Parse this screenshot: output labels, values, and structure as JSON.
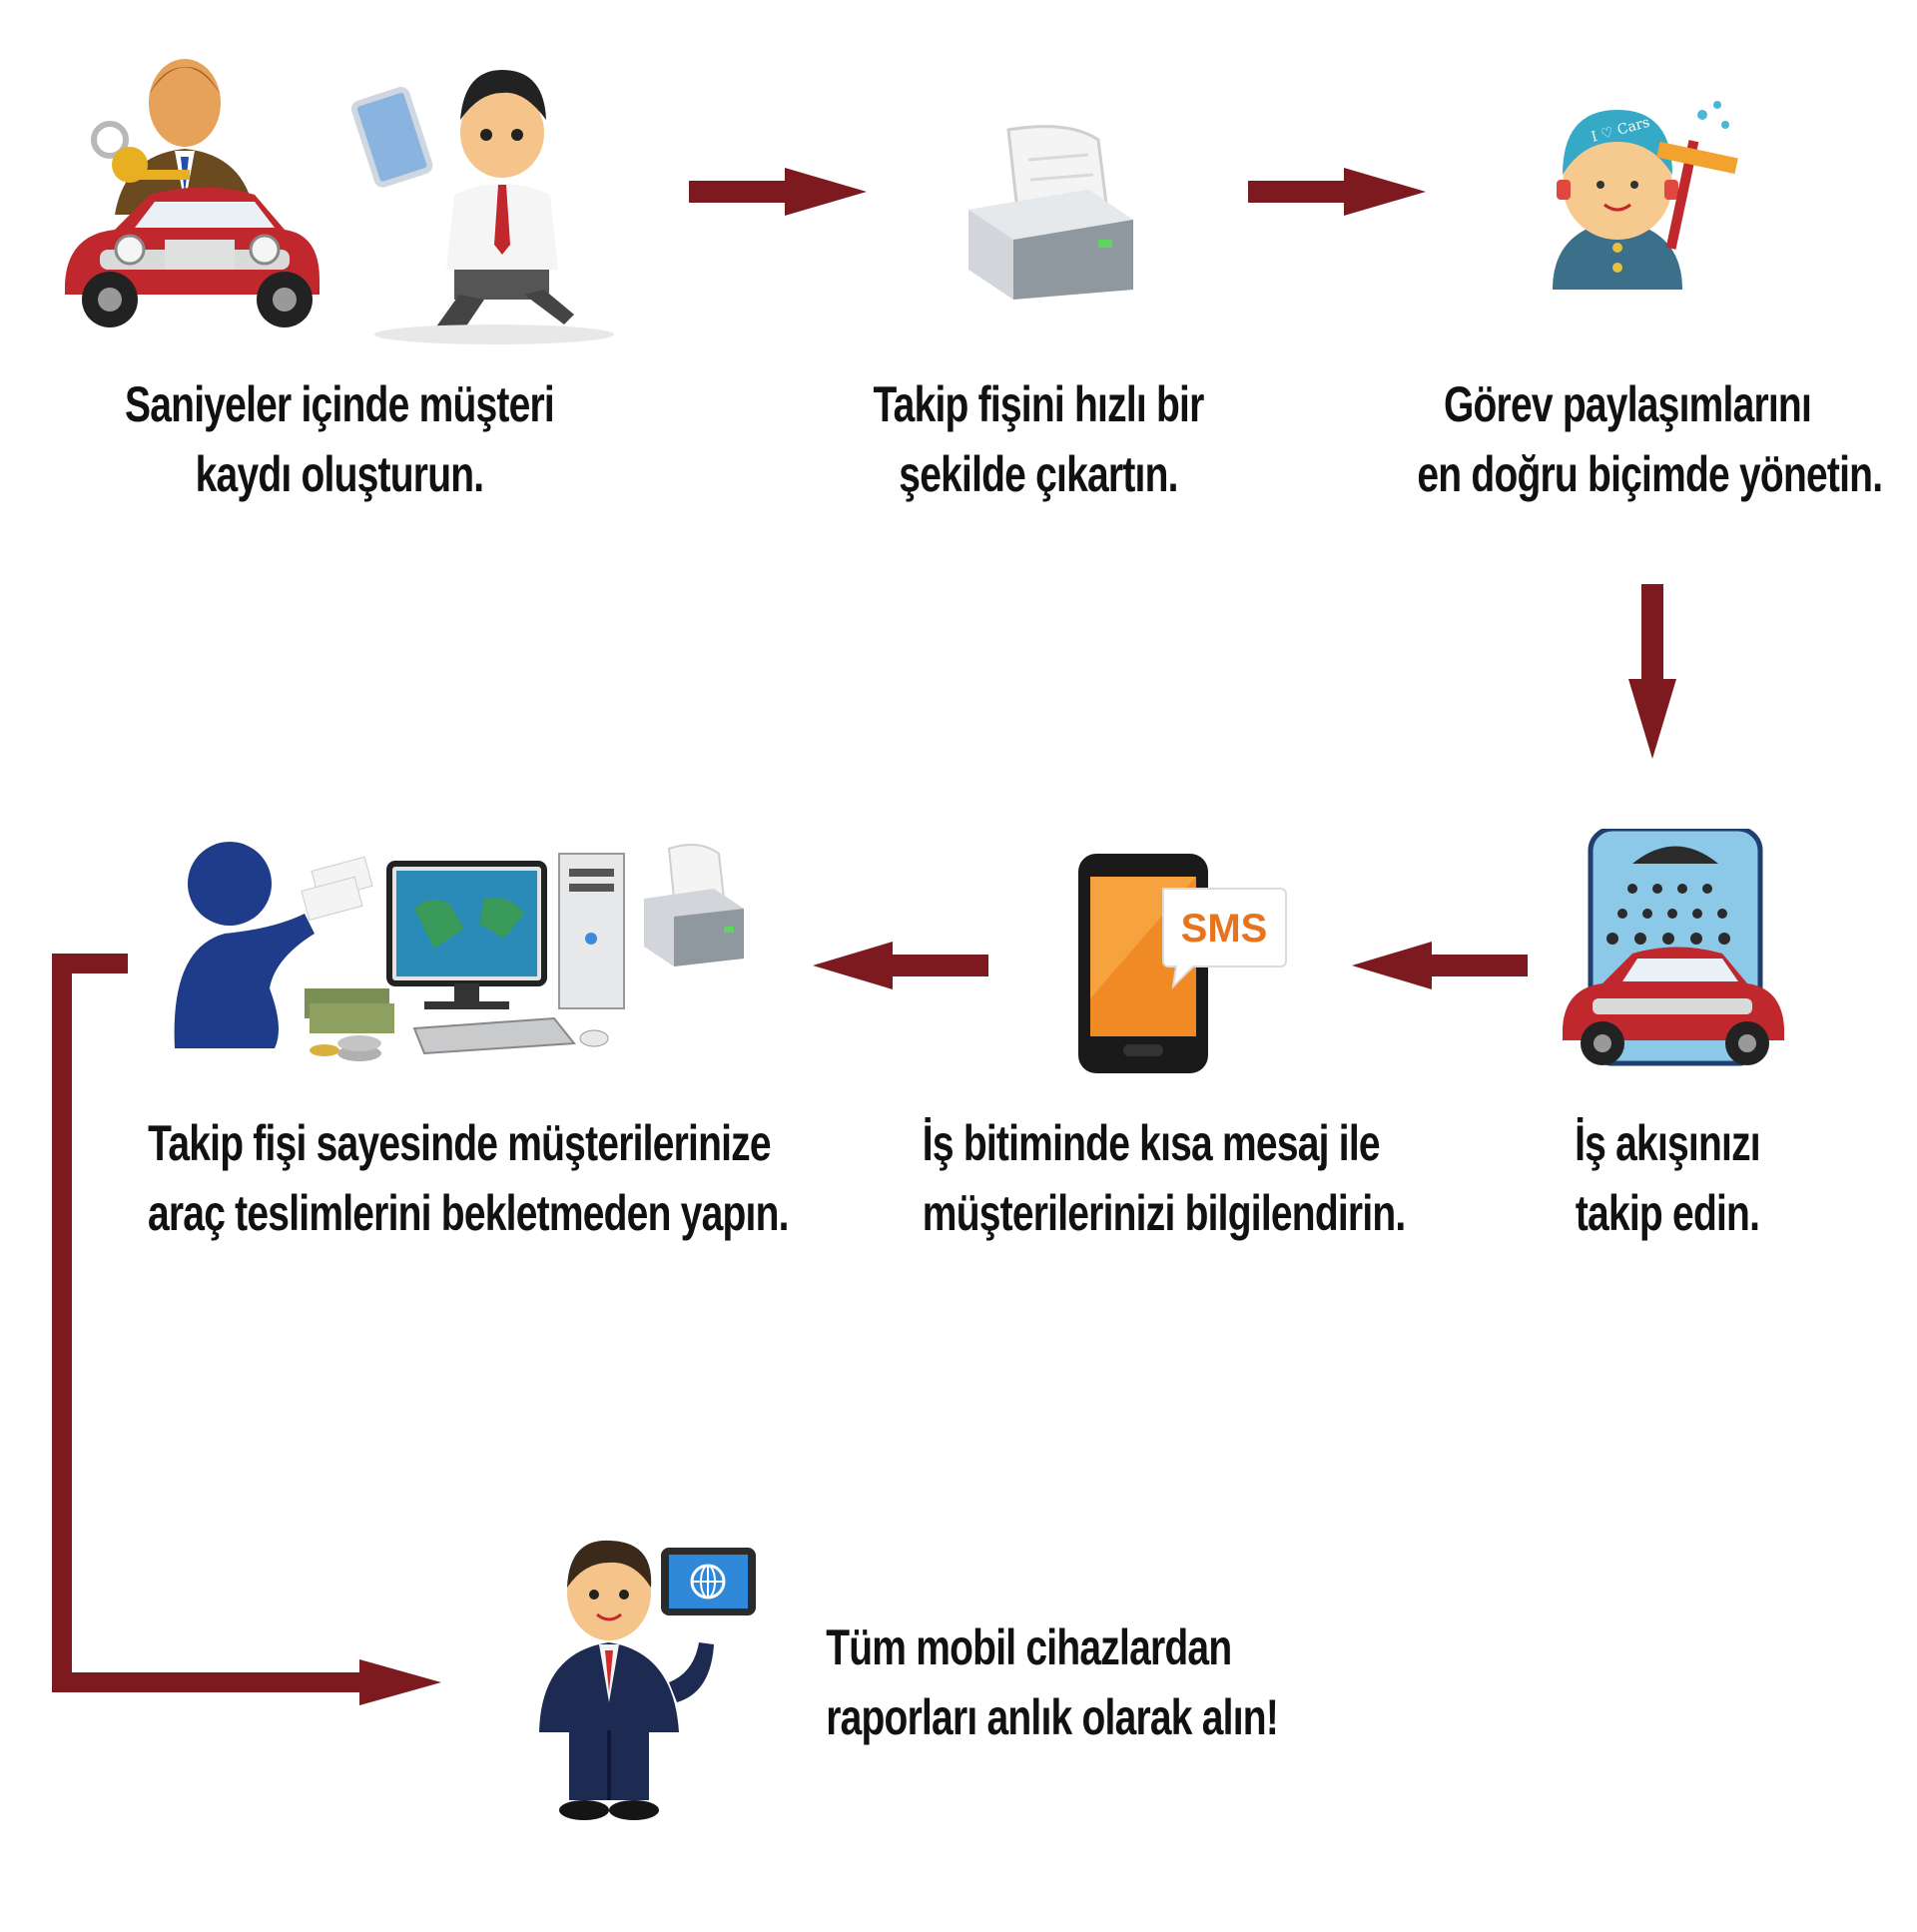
{
  "steps": [
    {
      "id": "register",
      "line1": "Saniyeler içinde müşteri",
      "line2": "kaydı oluşturun.",
      "icon": "customer-with-car-and-clerk-icon"
    },
    {
      "id": "ticket",
      "line1": "Takip fişini hızlı bir",
      "line2": "şekilde çıkartın.",
      "icon": "receipt-printer-icon"
    },
    {
      "id": "tasks",
      "line1": "Görev paylaşımlarını",
      "line2": "en doğru biçimde yönetin.",
      "icon": "car-wash-worker-icon"
    },
    {
      "id": "workflow",
      "line1": "İş akışınızı",
      "line2": "takip edin.",
      "icon": "car-wash-station-icon"
    },
    {
      "id": "sms",
      "line1": "İş bitiminde kısa mesaj ile",
      "line2": "müşterilerinizi bilgilendirin.",
      "icon": "smartphone-sms-icon",
      "badge": "SMS"
    },
    {
      "id": "delivery",
      "line1": "Takip fişi sayesinde müşterilerinize",
      "line2": "araç teslimlerini bekletmeden yapın.",
      "icon": "desk-computer-cash-printer-icon"
    },
    {
      "id": "reports",
      "line1": "Tüm mobil cihazlardan",
      "line2": "raporları anlık olarak alın!",
      "icon": "businessman-with-tablet-icon"
    }
  ],
  "colors": {
    "arrow": "#7d1a1f",
    "text": "#111111",
    "car": "#c0282d",
    "blue": "#2a4a9a"
  }
}
